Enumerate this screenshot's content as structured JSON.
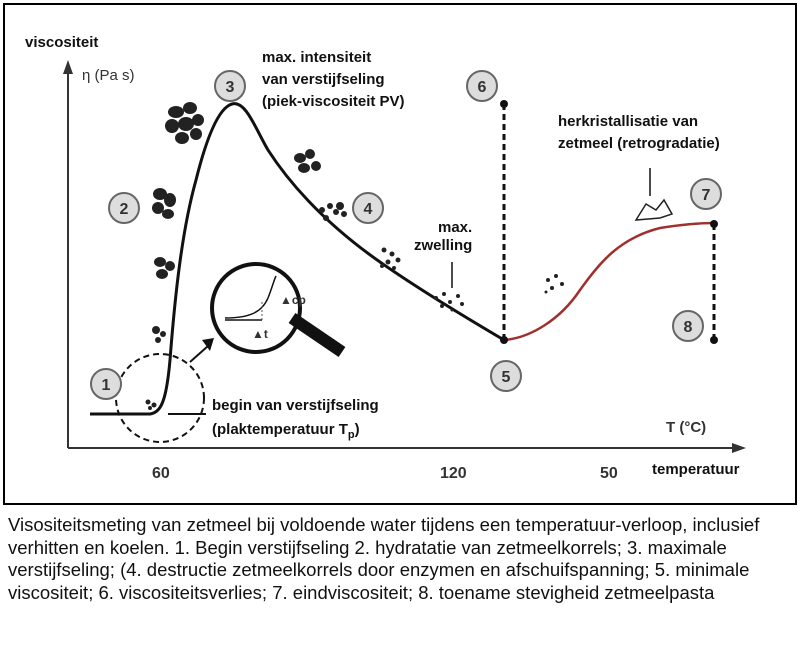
{
  "diagram": {
    "y_axis_title": "viscositeit",
    "y_axis_unit": "η (Pa s)",
    "x_axis_title": "temperatuur",
    "x_axis_unit": "T (°C)",
    "x_ticks": [
      "60",
      "120",
      "50"
    ],
    "stages": [
      "1",
      "2",
      "3",
      "4",
      "5",
      "6",
      "7",
      "8"
    ],
    "annotations": {
      "peak": [
        "max. intensiteit",
        "van verstijfseling",
        "(piek-viscositeit PV)"
      ],
      "retro": [
        "herkristallisatie van",
        "zetmeel (retrogradatie)"
      ],
      "swelling": [
        "max.",
        "zwelling"
      ],
      "onset_line1": "begin van verstijfseling",
      "onset_line2": "(plaktemperatuur T",
      "onset_sub": "p",
      "onset_close": ")",
      "inset_cp": "▲cp",
      "inset_t": "▲t"
    }
  },
  "caption": "Visositeitsmeting van zetmeel bij voldoende water tijdens een temperatuur-verloop, inclusief verhitten en koelen.  1.  Begin verstijfseling 2.  hydratatie van zetmeelkorrels; 3.  maximale verstijfseling; (4. destructie zetmeelkorrels door enzymen en afschuifspanning; 5. minimale viscositeit; 6.  viscositeitsverlies; 7. eindviscositeit; 8.  toename stevigheid zetmeelpasta"
}
